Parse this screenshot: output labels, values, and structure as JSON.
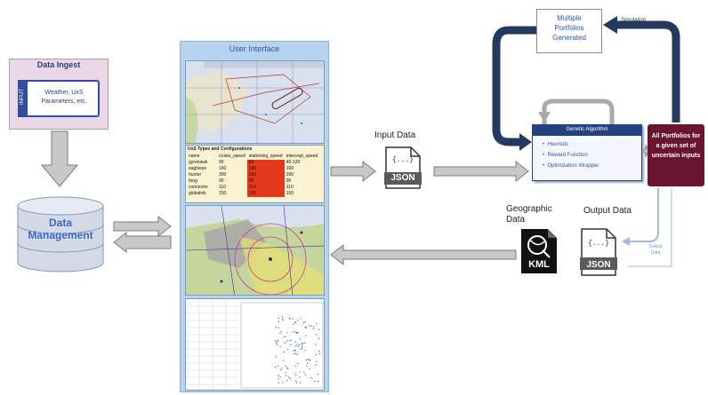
{
  "data_ingest": {
    "title": "Data Ingest",
    "tab_label": "INPUT",
    "text_line1": "Weather, UxS",
    "text_line2": "Parameters, etc."
  },
  "data_management": {
    "line1": "Data",
    "line2": "Management"
  },
  "user_interface": {
    "title": "User Interface",
    "table": {
      "title": "UxS Types and Configurations",
      "headers": [
        "name",
        "cruise_speed",
        "stationing_speed",
        "intercept_speed"
      ],
      "rows": [
        [
          "gyrehawk",
          "90",
          "60",
          "40-120"
        ],
        [
          "eaglseye",
          "160",
          "160",
          "160"
        ],
        [
          "hunter",
          "300",
          "200",
          "200"
        ],
        [
          "fang",
          "90",
          "90",
          "90"
        ],
        [
          "connector",
          "110",
          "110",
          "110"
        ],
        [
          "globalink",
          "150",
          "150",
          "150"
        ]
      ]
    }
  },
  "labels": {
    "input_data": "Input Data",
    "geographic_line1": "Geographic",
    "geographic_line2": "Data",
    "output_data": "Output Data",
    "output_small_line1": "Output",
    "output_small_line2": "Data",
    "simulation": "Simulation"
  },
  "files": {
    "json_in": "JSON",
    "json_out": "JSON",
    "kml": "KML",
    "braces": "{...}"
  },
  "multiple_portfolios": {
    "line1": "Multiple",
    "line2": "Portfolios",
    "line3": "Generated"
  },
  "genetic_algorithm": {
    "title": "Genetic Algorithm",
    "items": [
      "Heuristic",
      "Reward Function",
      "Optimization Wrapper"
    ]
  },
  "all_portfolios": {
    "line1": "All Portfolios for",
    "line2": "a given set of",
    "line3": "uncertain inputs"
  },
  "colors": {
    "ingest_bg": "#ead7e7",
    "ui_panel": "#b6d4ef",
    "ga_header": "#24427f",
    "all_portfolios": "#6a1430",
    "arrow_dark": "#24395f",
    "arrow_gray": "#a9a9a9"
  }
}
